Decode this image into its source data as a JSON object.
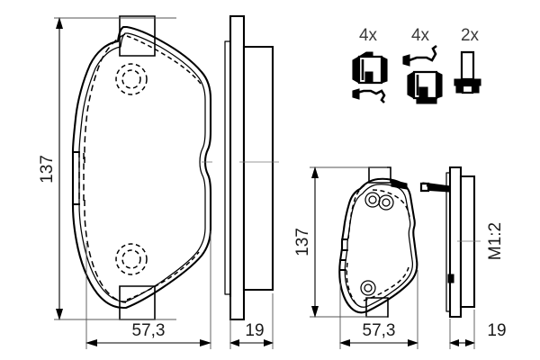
{
  "drawing": {
    "title": "Brake pad set technical drawing",
    "scale_label": "M1:2",
    "background_color": "#ffffff",
    "line_color": "#000000"
  },
  "views": {
    "front_main": {
      "name": "front-view-main-pad",
      "height_dimension": "137",
      "width_dimension": "57,3"
    },
    "side_main": {
      "name": "side-view-main-pad",
      "thickness_dimension": "19"
    },
    "front_secondary": {
      "name": "front-view-secondary-pad",
      "height_dimension": "137",
      "width_dimension": "57,3"
    },
    "side_secondary": {
      "name": "side-view-secondary-pad",
      "thickness_dimension": "19"
    }
  },
  "accessories": [
    {
      "quantity": "4x",
      "icon": "retaining-clip-icon",
      "label": "4x"
    },
    {
      "quantity": "4x",
      "icon": "spring-clip-icon",
      "label": "4x"
    },
    {
      "quantity": "2x",
      "icon": "guide-bolt-icon",
      "label": "2x"
    }
  ],
  "dimensions": {
    "main_height": "137",
    "main_width": "57,3",
    "main_thickness": "19",
    "secondary_height": "137",
    "secondary_width": "57,3",
    "secondary_thickness": "19"
  }
}
